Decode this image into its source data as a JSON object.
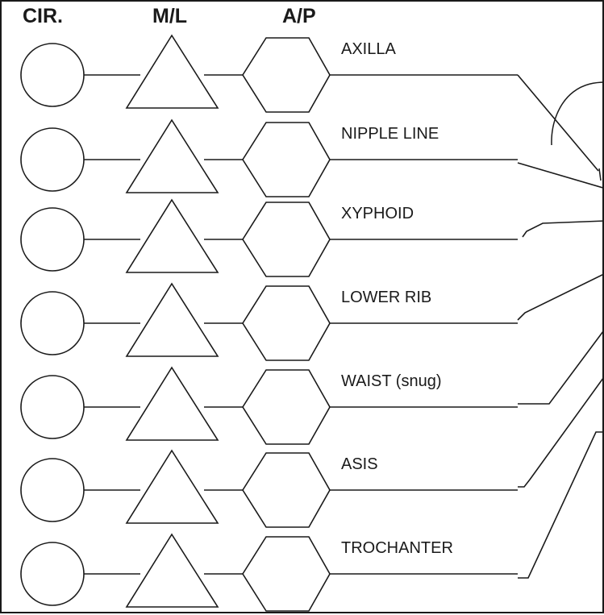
{
  "headers": {
    "circumference": "CIR.",
    "medial_lateral": "M/L",
    "anterior_posterior": "A/P"
  },
  "rows": [
    {
      "label": "AXILLA"
    },
    {
      "label": "NIPPLE LINE"
    },
    {
      "label": "XYPHOID"
    },
    {
      "label": "LOWER RIB"
    },
    {
      "label": "WAIST (snug)"
    },
    {
      "label": "ASIS"
    },
    {
      "label": "TROCHANTER"
    }
  ],
  "colors": {
    "ink": "#1a1a1a",
    "background": "#ffffff"
  }
}
